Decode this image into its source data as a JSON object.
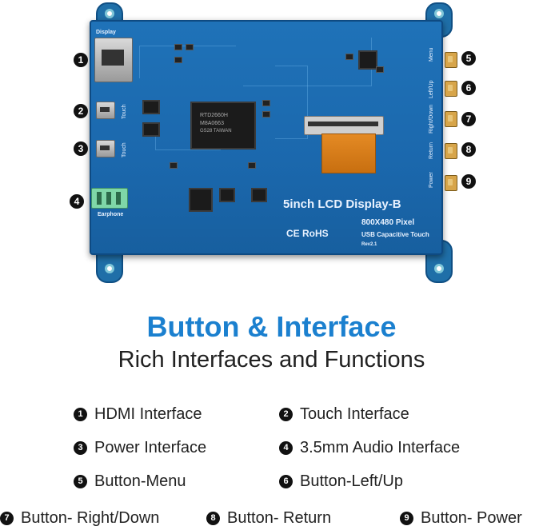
{
  "board": {
    "port_labels": {
      "display": "Display",
      "touch_1": "Touch",
      "touch_2": "Touch",
      "earphone": "Earphone"
    },
    "button_labels": [
      "Menu",
      "Left/Up",
      "Right/Down",
      "Return",
      "Power"
    ],
    "product_name": "5inch LCD Display-B",
    "resolution": "800X480 Pixel",
    "touch_type": "USB Capacitive Touch",
    "revision": "Rev2.1",
    "cert_marks": "CE RoHS",
    "chip_text": [
      "RTD2660H",
      "M8A0663",
      "GS28 TAIWAN"
    ],
    "callout_numbers": [
      "1",
      "2",
      "3",
      "4",
      "5",
      "6",
      "7",
      "8",
      "9"
    ]
  },
  "heading": {
    "title": "Button & Interface",
    "subtitle": "Rich Interfaces and Functions"
  },
  "features": [
    {
      "num": "1",
      "label": "HDMI Interface"
    },
    {
      "num": "2",
      "label": "Touch Interface"
    },
    {
      "num": "3",
      "label": "Power Interface"
    },
    {
      "num": "4",
      "label": "3.5mm Audio Interface"
    },
    {
      "num": "5",
      "label": "Button-Menu"
    },
    {
      "num": "6",
      "label": "Button-Left/Up"
    },
    {
      "num": "7",
      "label": "Button- Right/Down"
    },
    {
      "num": "8",
      "label": "Button- Return"
    },
    {
      "num": "9",
      "label": "Button- Power"
    }
  ],
  "colors": {
    "title": "#1b80cf",
    "board": "#1f72b8",
    "badge": "#111111"
  }
}
